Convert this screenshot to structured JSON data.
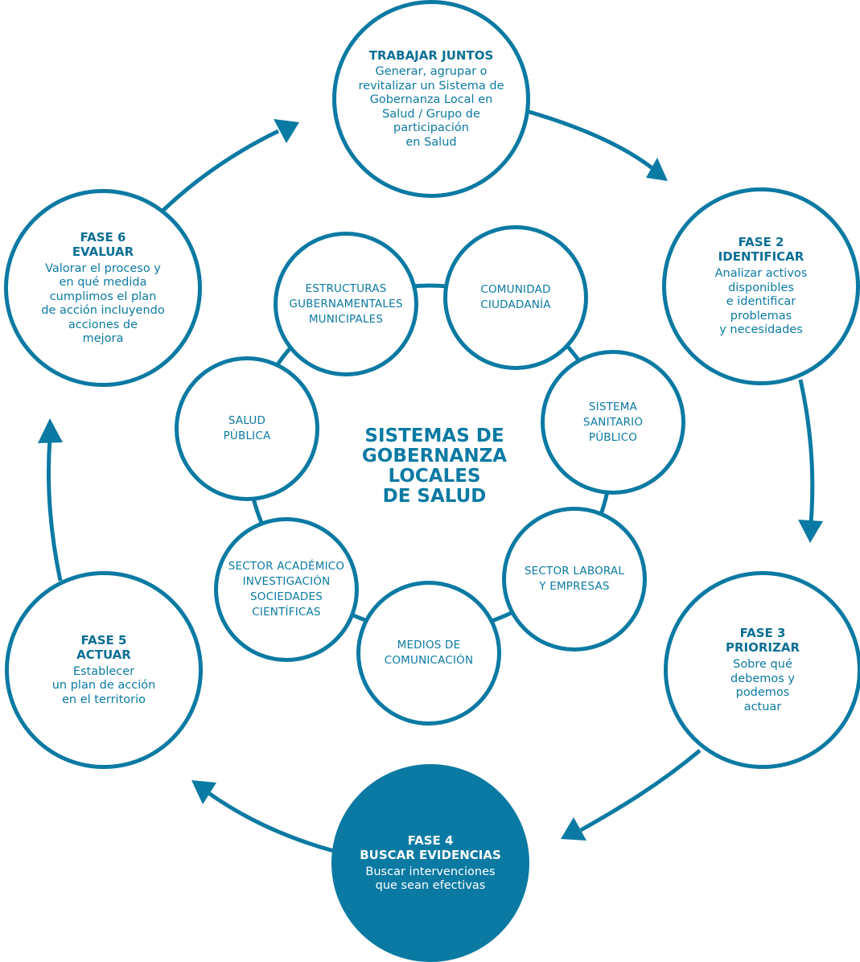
{
  "center": {
    "lines": [
      "SISTEMAS DE",
      "GOBERNANZA",
      "LOCALES",
      "DE SALUD"
    ]
  },
  "phases": [
    {
      "title": "TRABAJAR JUNTOS",
      "description": [
        "Generar, agrupar o",
        "revitalizar un Sistema de",
        "Gobernanza Local en",
        "Salud / Grupo de",
        "participación",
        "en Salud"
      ]
    },
    {
      "title": "FASE 2",
      "subtitle": "IDENTIFICAR",
      "description": [
        "Analizar activos",
        "disponibles",
        "e identificar",
        "problemas",
        "y necesidades"
      ]
    },
    {
      "title": "FASE 3",
      "subtitle": "PRIORIZAR",
      "description": [
        "Sobre qué",
        "debemos y",
        "podemos",
        "actuar"
      ]
    },
    {
      "title": "FASE 4",
      "subtitle": "BUSCAR EVIDENCIAS",
      "description": [
        "Buscar intervenciones",
        "que sean efectivas"
      ]
    },
    {
      "title": "FASE 5",
      "subtitle": "ACTUAR",
      "description": [
        "Establecer",
        "un plan de acción",
        "en el territorio"
      ]
    },
    {
      "title": "FASE 6",
      "subtitle": "EVALUAR",
      "description": [
        "Valorar el proceso y",
        "en qué medida",
        "cumplimos el plan",
        "de acción incluyendo",
        "acciones de",
        "mejora"
      ]
    }
  ],
  "actors": [
    {
      "lines": [
        "ESTRUCTURAS",
        "GUBERNAMENTALES",
        "MUNICIPALES"
      ]
    },
    {
      "lines": [
        "COMUNIDAD",
        "CIUDADANÍA"
      ]
    },
    {
      "lines": [
        "SISTEMA",
        "SANITARIO",
        "PÚBLICO"
      ]
    },
    {
      "lines": [
        "SECTOR LABORAL",
        "Y EMPRESAS"
      ]
    },
    {
      "lines": [
        "MEDIOS DE",
        "COMUNICACIÓN"
      ]
    },
    {
      "lines": [
        "SECTOR ACADÉMICO",
        "INVESTIGACIÓN",
        "SOCIEDADES",
        "CIENTÍFICAS"
      ]
    },
    {
      "lines": [
        "SALUD",
        "PÚBLICA"
      ]
    }
  ],
  "colors": {
    "primary": "#0b7aa3",
    "title": "#0b6f95",
    "background": "#ffffff"
  }
}
